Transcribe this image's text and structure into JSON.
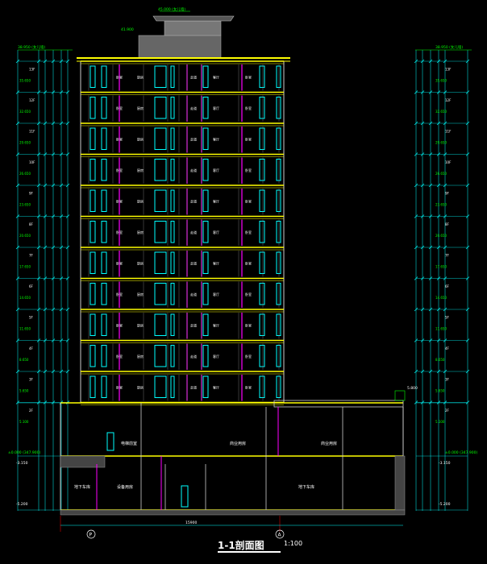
{
  "drawing": {
    "title": "1-1剖面图",
    "scale": "1:100",
    "axis_left": "P",
    "axis_right": "A",
    "overall_dim": "15900",
    "top_elevation": "45.000 (女儿墙)",
    "roof_elevation": "38.950 (女儿墙)",
    "rooftop_elev": "41.900",
    "side_elevation": "5.800",
    "ground_elevation": "±0.000 (347.900)",
    "neg1": "-3.150",
    "neg2": "-5.200",
    "rooms": {
      "bedroom": "卧室",
      "living": "客厅",
      "kitchen": "厨房",
      "corridor": "走道",
      "lift_lobby": "电梯前室",
      "shop": "商业用房",
      "shop2": "商业用房",
      "garage1": "地下车库",
      "garage2": "地下车库",
      "equipment": "设备用房"
    },
    "floor_levels": [
      "35.650",
      "32.650",
      "29.650",
      "26.650",
      "23.650",
      "20.650",
      "17.650",
      "14.650",
      "11.650",
      "8.650",
      "5.650",
      "5.100"
    ],
    "floor_names": [
      "13F",
      "12F",
      "11F",
      "10F",
      "9F",
      "8F",
      "7F",
      "6F",
      "5F",
      "4F",
      "3F",
      "2F"
    ],
    "colors": {
      "background": "#000000",
      "slab": "#ffff00",
      "window": "#00ffff",
      "column": "#ff00ff",
      "dim_line": "#00ffff",
      "text": "#ffffff",
      "green_label": "#00ff00",
      "hatch": "#808080"
    }
  }
}
